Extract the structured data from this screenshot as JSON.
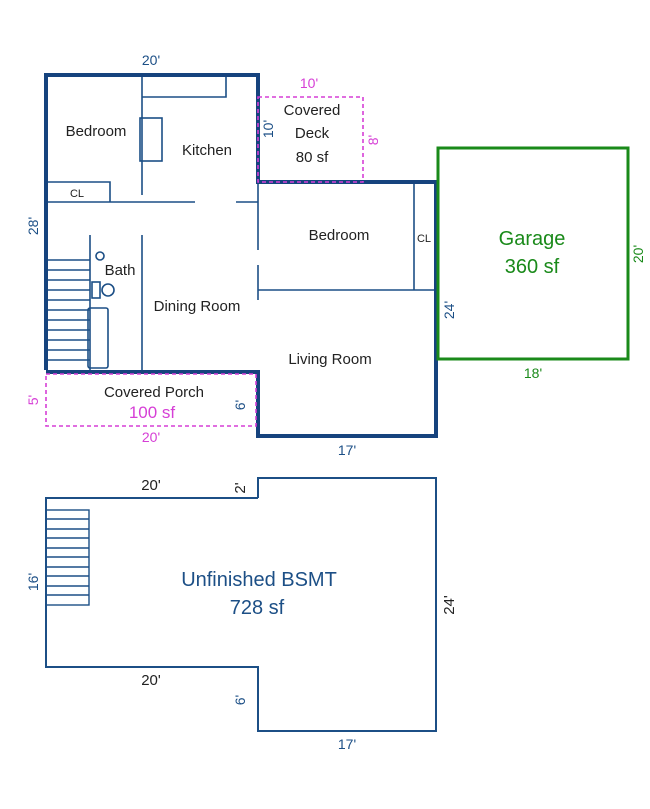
{
  "main_floor": {
    "rooms": {
      "bedroom_1": "Bedroom",
      "kitchen": "Kitchen",
      "closet_1": "CL",
      "bath": "Bath",
      "dining_room": "Dining Room",
      "bedroom_2": "Bedroom",
      "closet_2": "CL",
      "living_room": "Living Room"
    },
    "covered_deck": {
      "line1": "Covered",
      "line2": "Deck",
      "area": "80 sf",
      "dim_top": "10'",
      "dim_left": "10'",
      "dim_right": "8'"
    },
    "covered_porch": {
      "label": "Covered Porch",
      "area": "100 sf",
      "dim_bottom": "20'",
      "dim_left": "5'",
      "dim_right": "6'"
    },
    "garage": {
      "label": "Garage",
      "area": "360 sf",
      "dim_bottom": "18'",
      "dim_right": "20'"
    },
    "dimensions": {
      "top": "20'",
      "left": "28'",
      "bottom": "17'",
      "right_inner": "24'"
    }
  },
  "basement": {
    "label": "Unfinished BSMT",
    "area": "728 sf",
    "dimensions": {
      "top": "20'",
      "notch_top": "2'",
      "left": "16'",
      "bottom_left": "20'",
      "notch_bottom": "6'",
      "right": "24'",
      "bottom": "17'"
    }
  },
  "colors": {
    "wall": "#16437e",
    "thin": "#1c4f86",
    "deck": "#d63fd6",
    "garage": "#1a8a1a"
  }
}
